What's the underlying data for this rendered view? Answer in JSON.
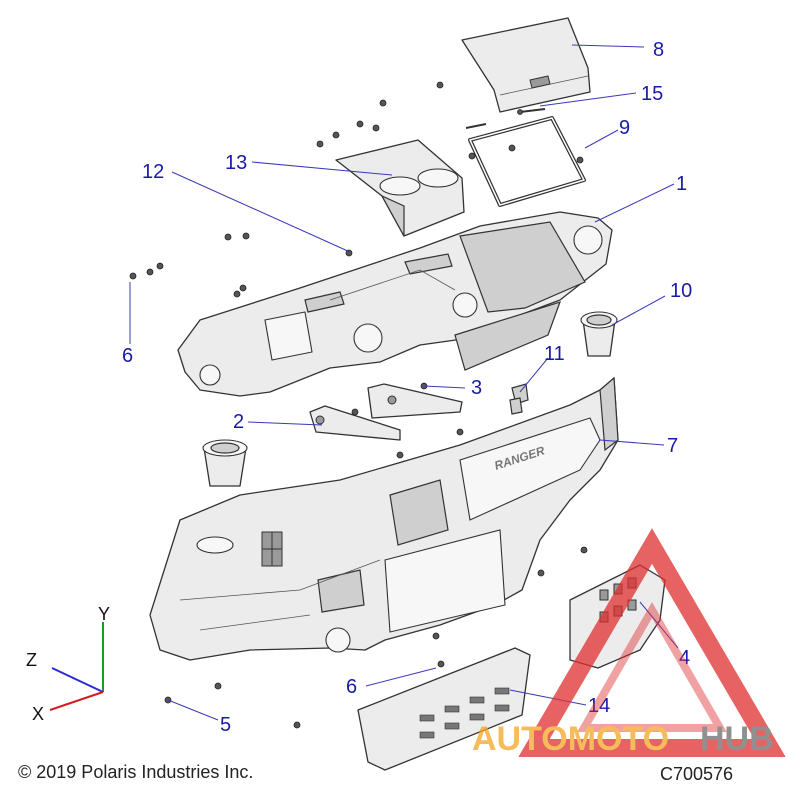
{
  "callouts": {
    "c1": "1",
    "c2": "2",
    "c3": "3",
    "c4": "4",
    "c5": "5",
    "c6a": "6",
    "c6b": "6",
    "c7": "7",
    "c8": "8",
    "c9": "9",
    "c10": "10",
    "c11": "11",
    "c12": "12",
    "c13": "13",
    "c14": "14",
    "c15": "15"
  },
  "brand_embossing": "RANGER",
  "axes": {
    "x": "X",
    "y": "Y",
    "z": "Z"
  },
  "footer": {
    "copyright": "© 2019 Polaris Industries Inc.",
    "diagram_code": "C700576"
  },
  "watermark": {
    "part1": "AUTOMOTO",
    "part2": "HUB"
  },
  "colors": {
    "callout": "#1a1aa8",
    "axis_x": "#d11f1f",
    "axis_y": "#1f9a1f",
    "axis_z": "#2a2ad8",
    "watermark_red": "#e03030",
    "watermark_orange": "#f5a623",
    "watermark_gray": "#6b6b6b"
  }
}
